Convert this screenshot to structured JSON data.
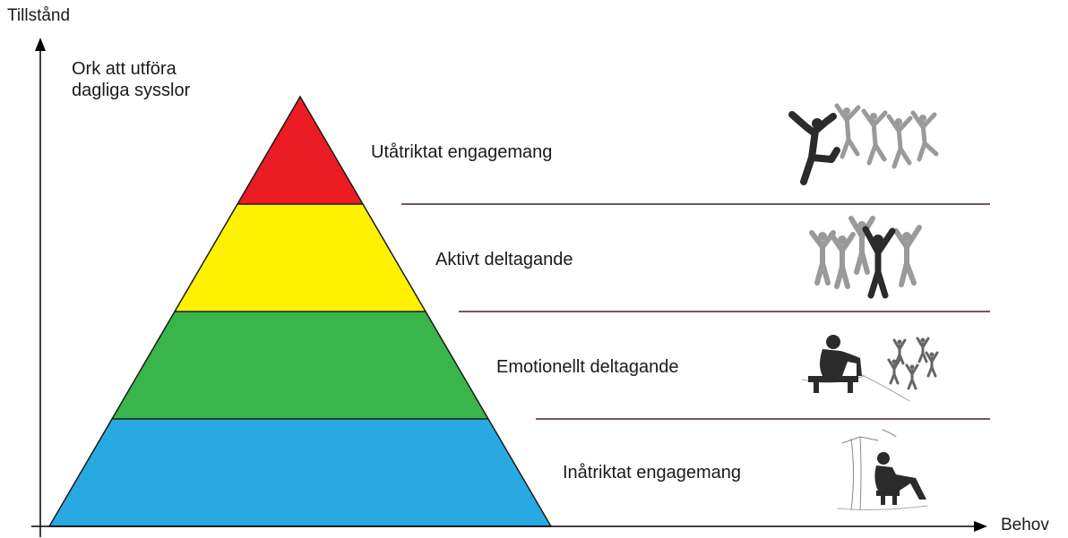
{
  "axes": {
    "y_label": "Tillstånd",
    "y_sublabel_line1": "Ork att utföra",
    "y_sublabel_line2": "dagliga sysslor",
    "x_label": "Behov"
  },
  "levels": [
    {
      "label": "Utåtriktat engagemang",
      "color": "#ec1c24",
      "icon": "group-jumping-icon"
    },
    {
      "label": "Aktivt deltagande",
      "color": "#fff200",
      "icon": "group-cheering-icon"
    },
    {
      "label": "Emotionellt deltagande",
      "color": "#39b54a",
      "icon": "person-watching-group-icon"
    },
    {
      "label": "Inåtriktat engagemang",
      "color": "#29a9e1",
      "icon": "person-sitting-alone-icon"
    }
  ],
  "colors": {
    "axis": "#000000",
    "divider": "#4a1e1e",
    "figure_dark": "#2b2b2b",
    "figure_light": "#9a9a9a"
  }
}
